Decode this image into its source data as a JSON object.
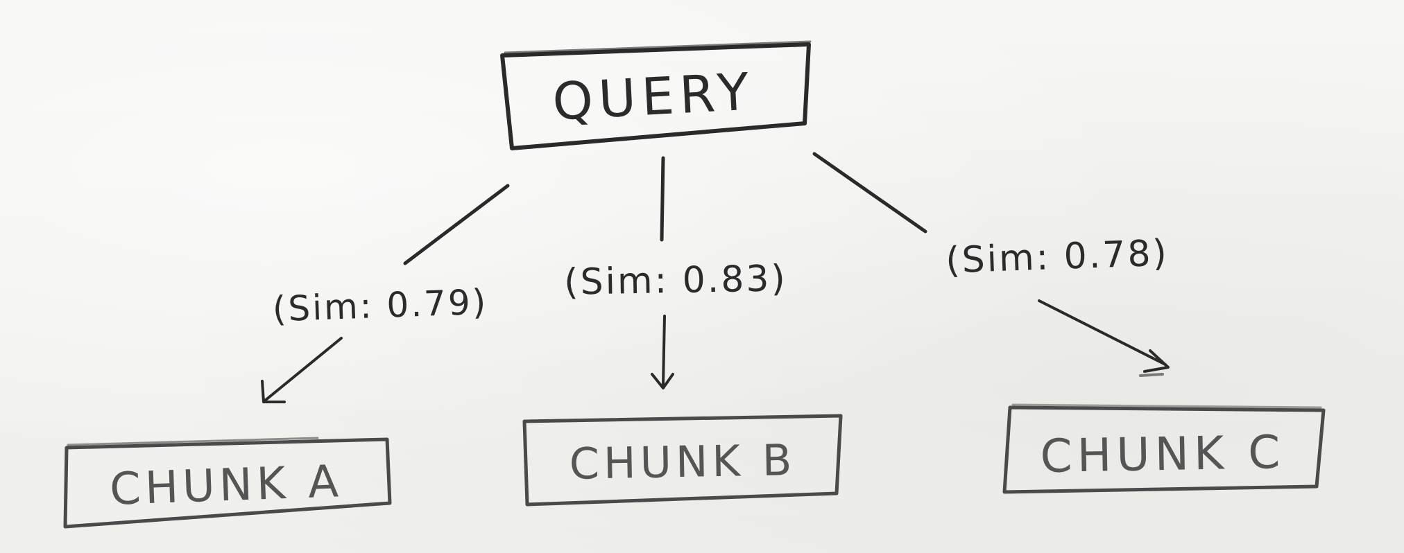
{
  "diagram": {
    "query": {
      "label": "QUERY"
    },
    "chunks": [
      {
        "id": "a",
        "label": "CHUNK A",
        "sim_label": "(Sim: 0.79)",
        "similarity": 0.79
      },
      {
        "id": "b",
        "label": "CHUNK B",
        "sim_label": "(Sim: 0.83)",
        "similarity": 0.83
      },
      {
        "id": "c",
        "label": "CHUNK C",
        "sim_label": "(Sim: 0.78)",
        "similarity": 0.78
      }
    ]
  },
  "colors": {
    "ink": "#2a2a2a",
    "ink_faded": "#555555",
    "paper": "#f3f3f1"
  }
}
